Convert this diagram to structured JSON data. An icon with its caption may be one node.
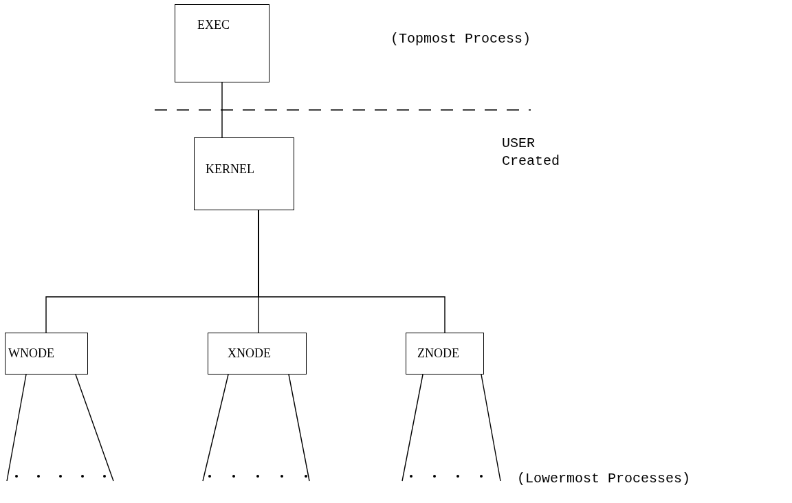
{
  "diagram": {
    "nodes": [
      {
        "text": [
          "EXEC"
        ]
      },
      {
        "text": [
          "KERNEL"
        ]
      },
      {
        "text": [
          "WNODE"
        ]
      },
      {
        "text": [
          "XNODE"
        ]
      },
      {
        "text": [
          "ZNODE"
        ]
      }
    ],
    "edges": [
      {
        "from": 0,
        "to": 1,
        "arrow": "none"
      },
      {
        "from": 1,
        "to": 2,
        "arrow": "none"
      },
      {
        "from": 1,
        "to": 3,
        "arrow": "none"
      },
      {
        "from": 1,
        "to": 4,
        "arrow": "none"
      },
      {
        "from": 2,
        "to": null,
        "arrow": "none"
      },
      {
        "from": 2,
        "to": null,
        "arrow": "none"
      },
      {
        "from": 3,
        "to": null,
        "arrow": "none"
      },
      {
        "from": 3,
        "to": null,
        "arrow": "none"
      },
      {
        "from": 4,
        "to": null,
        "arrow": "none"
      },
      {
        "from": 4,
        "to": null,
        "arrow": "none"
      }
    ],
    "labels": [
      "(Topmost Process)",
      "USER Created",
      "(Lowermost Processes)"
    ]
  }
}
